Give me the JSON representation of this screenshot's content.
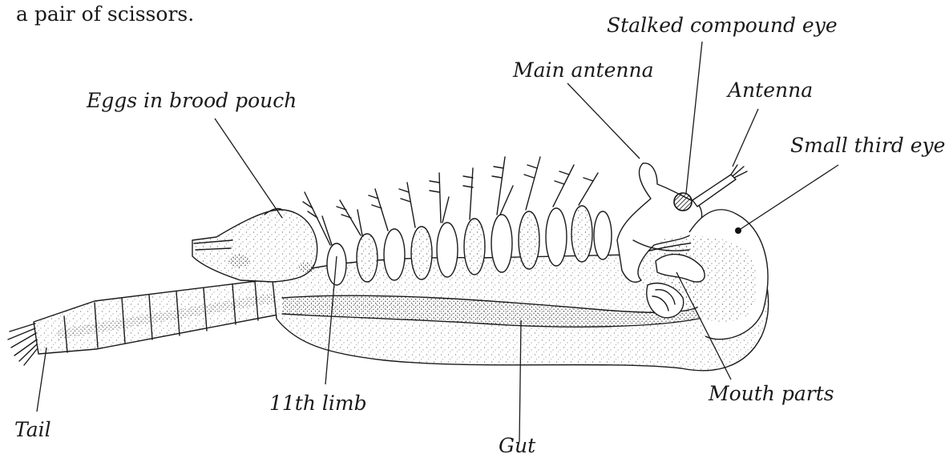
{
  "intro_text": "a pair of scissors.",
  "labels": {
    "stalked_eye": "Stalked compound eye",
    "main_antenna": "Main antenna",
    "antenna": "Antenna",
    "third_eye": "Small third eye",
    "eggs": "Eggs in brood pouch",
    "limb11": "11th limb",
    "mouth": "Mouth parts",
    "tail": "Tail",
    "gut": "Gut"
  }
}
